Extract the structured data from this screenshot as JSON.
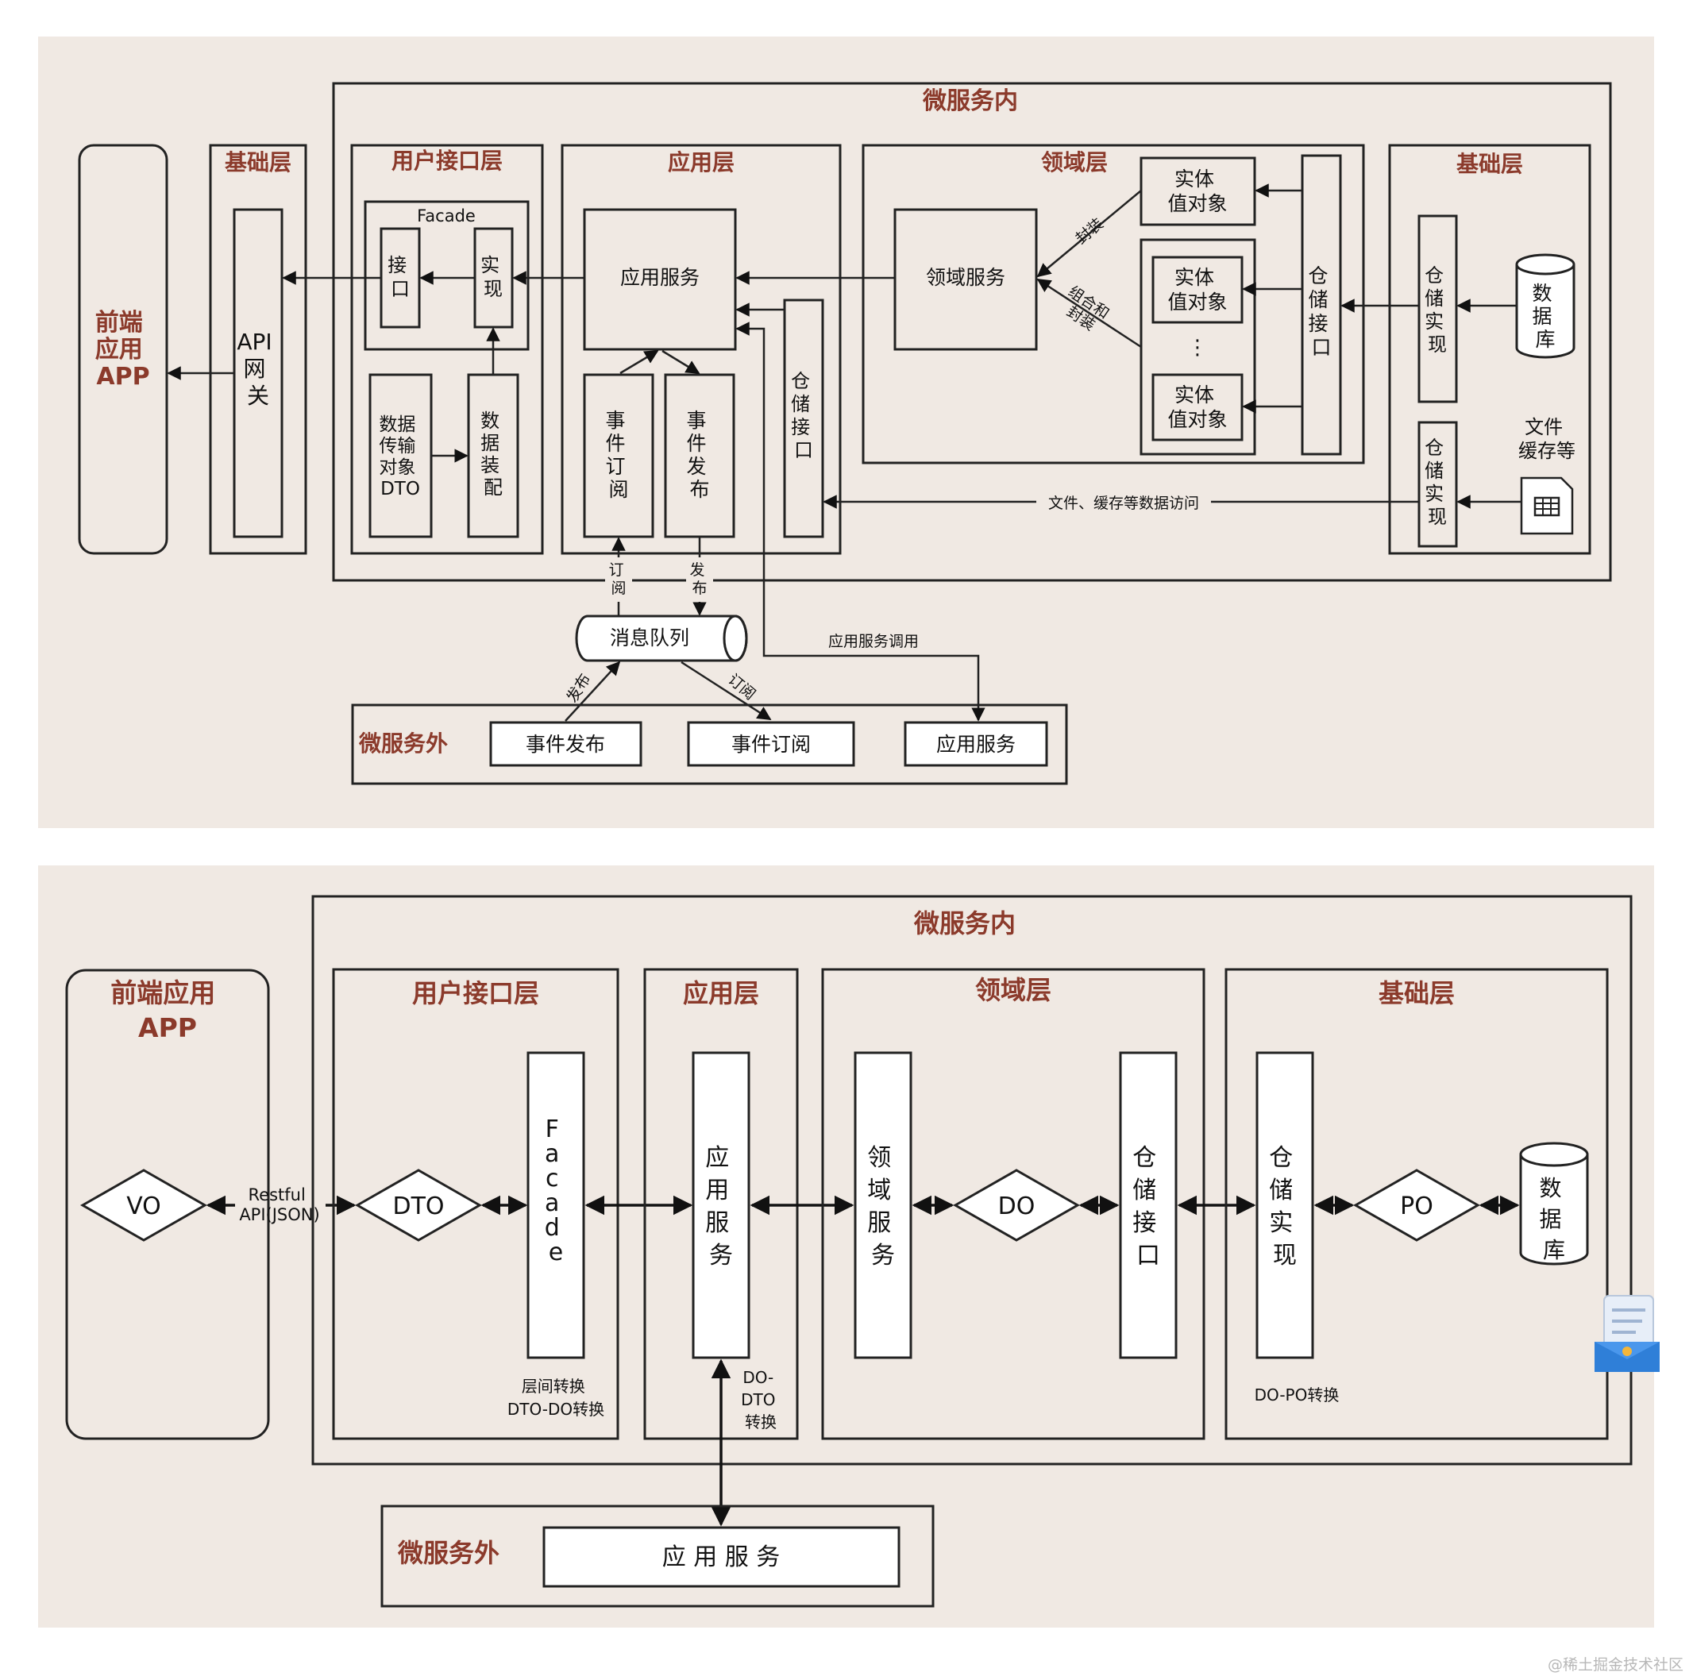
{
  "diagram1": {
    "inside_title": "微服务内",
    "outside_title": "微服务外",
    "frontend": [
      "前端",
      "应用",
      "APP"
    ],
    "infra_left": {
      "title": "基础层",
      "api_gateway": [
        "API",
        "网",
        "关"
      ]
    },
    "ui_layer": {
      "title": "用户接口层",
      "facade": "Facade",
      "interface": [
        "接",
        "口"
      ],
      "impl": [
        "实",
        "现"
      ],
      "dto": [
        "数据",
        "传输",
        "对象",
        "DTO"
      ],
      "assembler": [
        "数",
        "据",
        "装",
        "配"
      ]
    },
    "app_layer": {
      "title": "应用层",
      "app_service": "应用服务",
      "event_subscribe": [
        "事",
        "件",
        "订",
        "阅"
      ],
      "event_publish": [
        "事",
        "件",
        "发",
        "布"
      ],
      "repo_interface": [
        "仓",
        "储",
        "接",
        "口"
      ]
    },
    "domain_layer": {
      "title": "领域层",
      "domain_service": "领域服务",
      "entity_vo": [
        "实体",
        "值对象"
      ],
      "ellipsis": "⋮",
      "repo_interface": [
        "仓",
        "储",
        "接",
        "口"
      ],
      "label_wrap": "封装",
      "label_combine": [
        "组合和",
        "封装"
      ]
    },
    "infra_right": {
      "title": "基础层",
      "repo_impl": [
        "仓",
        "储",
        "实",
        "现"
      ],
      "database": [
        "数",
        "据",
        "库"
      ],
      "file_cache": [
        "文件",
        "缓存等"
      ]
    },
    "file_access_label": "文件、缓存等数据访问",
    "queue_label": "消息队列",
    "subscribe_label": [
      "订",
      "阅"
    ],
    "publish_label": [
      "发",
      "布"
    ],
    "publish_diag": "发布",
    "subscribe_diag": "订阅",
    "app_call_label": "应用服务调用",
    "outside": {
      "event_publish": "事件发布",
      "event_subscribe": "事件订阅",
      "app_service": "应用服务"
    }
  },
  "diagram2": {
    "inside_title": "微服务内",
    "outside_title": "微服务外",
    "frontend": [
      "前端应用",
      "APP"
    ],
    "vo": "VO",
    "restful": [
      "Restful",
      "API(JSON)"
    ],
    "ui_layer": {
      "title": "用户接口层",
      "dto": "DTO",
      "facade": [
        "F",
        "a",
        "c",
        "a",
        "d",
        "e"
      ],
      "note": [
        "层间转换",
        "DTO-DO转换"
      ]
    },
    "app_layer": {
      "title": "应用层",
      "app_service": [
        "应",
        "用",
        "服",
        "务"
      ],
      "note": [
        "DO-",
        "DTO",
        "转换"
      ]
    },
    "domain_layer": {
      "title": "领域层",
      "domain_service": [
        "领",
        "域",
        "服",
        "务"
      ],
      "do": "DO",
      "repo_interface": [
        "仓",
        "储",
        "接",
        "口"
      ]
    },
    "infra_layer": {
      "title": "基础层",
      "repo_impl": [
        "仓",
        "储",
        "实",
        "现"
      ],
      "po": "PO",
      "database": [
        "数",
        "据",
        "库"
      ],
      "note": "DO-PO转换"
    },
    "outside_app_service": "应 用 服 务"
  },
  "watermark": "@稀土掘金技术社区"
}
